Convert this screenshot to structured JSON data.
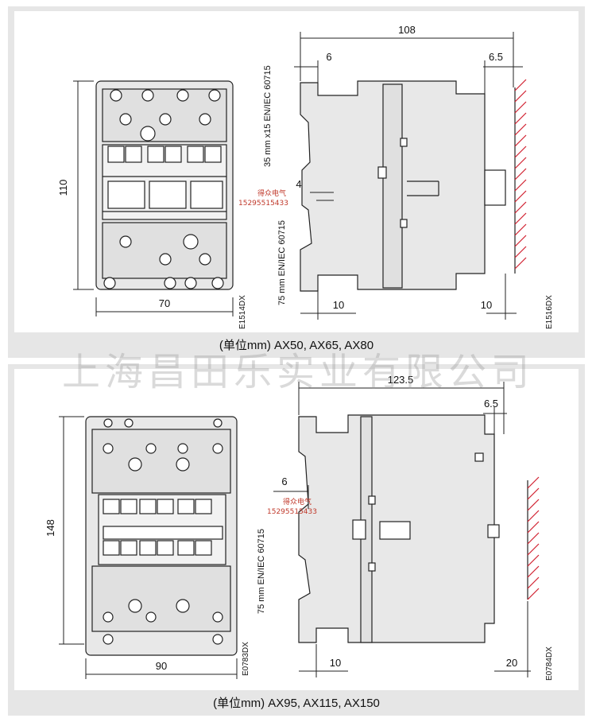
{
  "colors": {
    "body_fill": "#e8e8e8",
    "stroke": "#222222",
    "hatch": "#d02030",
    "panel_bg": "#e6e6e6"
  },
  "top": {
    "caption": "(单位mm) AX50, AX65, AX80",
    "front": {
      "height": "110",
      "width": "70",
      "code": "E1514DX"
    },
    "side": {
      "depth": "108",
      "left_gap": "6",
      "right_gap": "6.5",
      "rail35": "35 mm x15 EN/IEC 60715",
      "slot": "4",
      "rail75": "75 mm EN/IEC 60715",
      "bottom_left": "10",
      "bottom_right": "10",
      "code": "E1516DX"
    }
  },
  "bottom": {
    "caption": "(单位mm) AX95, AX115, AX150",
    "front": {
      "height": "148",
      "width": "90",
      "code": "E0783DX"
    },
    "side": {
      "depth": "123.5",
      "left_gap": "6",
      "right_gap": "6.5",
      "rail75": "75 mm EN/IEC 60715",
      "bottom_left": "10",
      "bottom_right": "20",
      "code": "E0784DX"
    }
  },
  "watermark": "上海昌田乐实业有限公司",
  "stamp": {
    "name": "得众电气",
    "phone": "15295515433"
  },
  "icons": [
    "screw-terminal-icon",
    "din-rail-hatch-icon"
  ]
}
